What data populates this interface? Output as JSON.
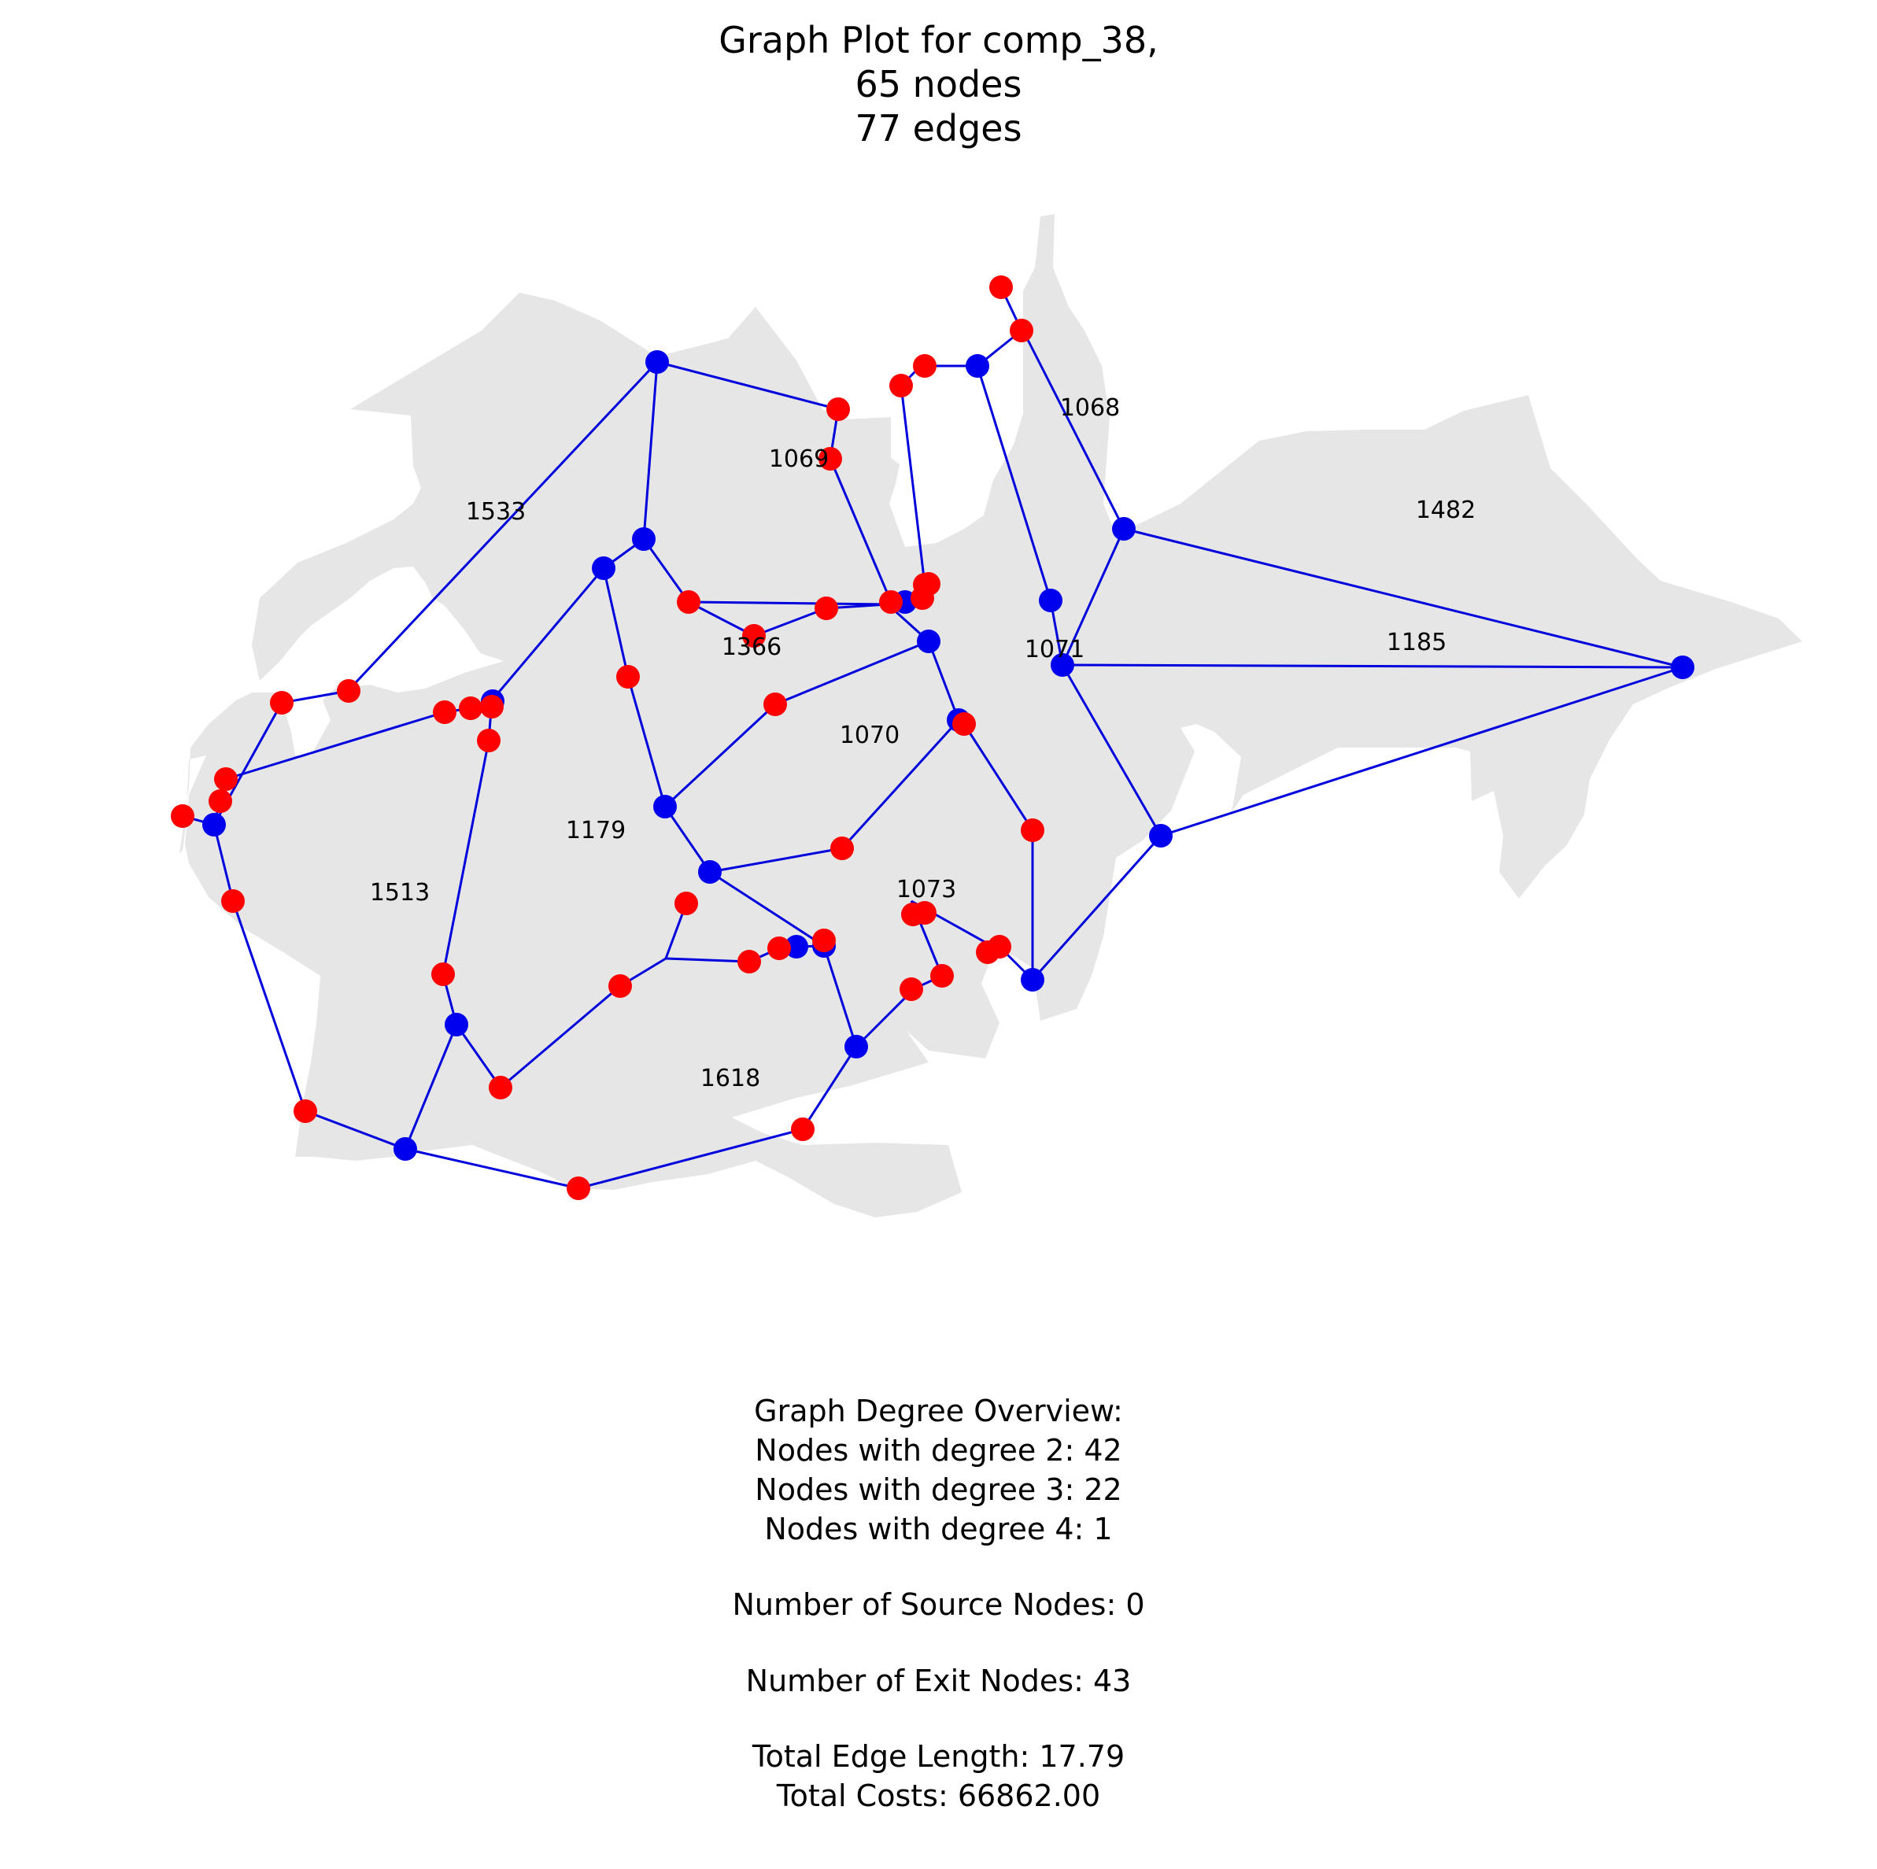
{
  "title": {
    "line1": "Graph Plot for comp_38,",
    "line2": "65 nodes",
    "line3": "77 edges"
  },
  "colors": {
    "region_fill": "#e6e6e6",
    "edge": "#0000dd",
    "exit_node": "#ff0000",
    "junction_node": "#0000ee"
  },
  "region_labels": [
    "1533",
    "1069",
    "1068",
    "1482",
    "1366",
    "1071",
    "1185",
    "1070",
    "1179",
    "1513",
    "1073",
    "1618"
  ],
  "stats": {
    "heading": "Graph Degree Overview:",
    "deg2": "Nodes with degree 2: 42",
    "deg3": "Nodes with degree 3: 22",
    "deg4": "Nodes with degree 4: 1",
    "sources": "Number of Source Nodes: 0",
    "exits": "Number of Exit Nodes: 43",
    "length": "Total Edge Length: 17.79",
    "costs": "Total Costs: 66862.00"
  }
}
